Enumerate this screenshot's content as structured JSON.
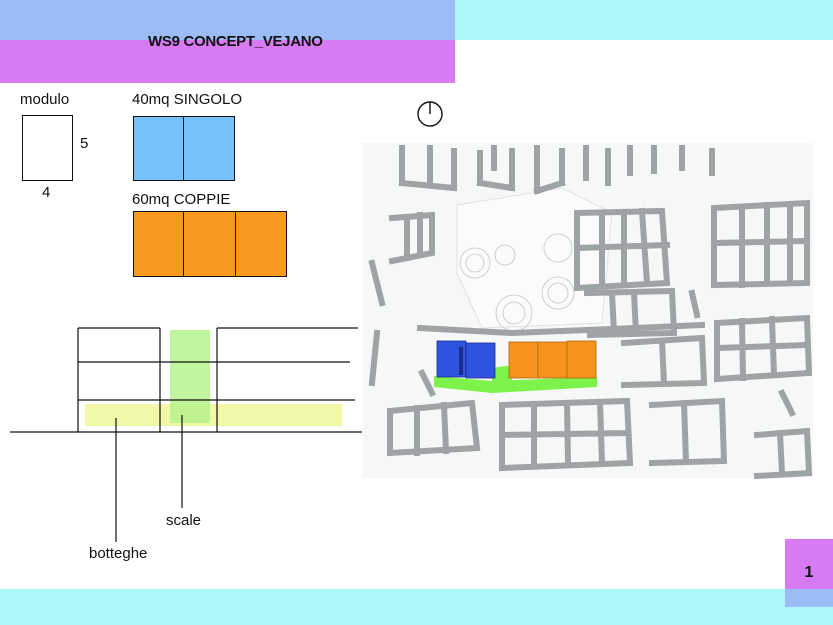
{
  "header": {
    "title": "WS9 CONCEPT_VEJANO"
  },
  "legend": {
    "modulo_label": "modulo",
    "modulo_height": "5",
    "modulo_width": "4",
    "singolo_label": "40mq SINGOLO",
    "coppie_label": "60mq COPPIE"
  },
  "section": {
    "scale_label": "scale",
    "botteghe_label": "botteghe"
  },
  "colors": {
    "singolo": "#76c3fb",
    "coppie": "#f7991e",
    "plan_blue": "#2f55e0",
    "plan_orange": "#f5931c",
    "plan_green": "#7cf24a",
    "section_green": "#b5f28c",
    "section_yellow": "#f1f8a8",
    "wall_gray": "#9ea3a6"
  },
  "icons": {
    "north": "north-arrow-icon"
  },
  "footer": {
    "page_number": "1"
  }
}
